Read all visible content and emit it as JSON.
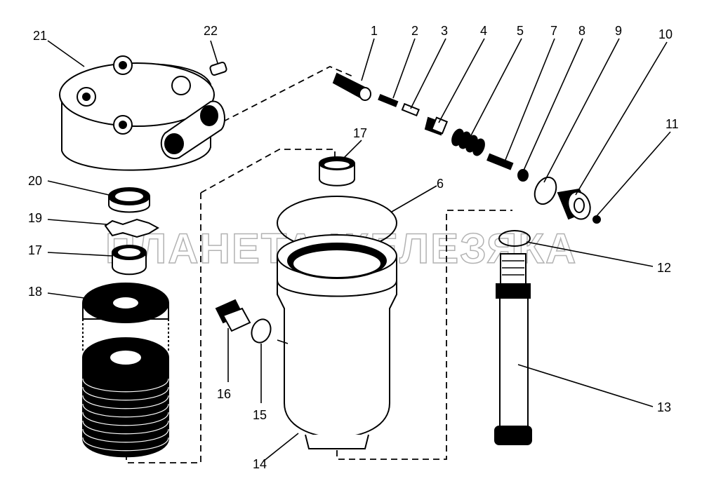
{
  "watermark": "ПЛАНЕТА ЖЕЛЕЗЯКА",
  "callouts": {
    "c1": "1",
    "c2": "2",
    "c3": "3",
    "c4": "4",
    "c5": "5",
    "c6": "6",
    "c7": "7",
    "c8": "8",
    "c9": "9",
    "c10": "10",
    "c11": "11",
    "c12": "12",
    "c13": "13",
    "c14": "14",
    "c15": "15",
    "c16": "16",
    "c17a": "17",
    "c17b": "17",
    "c18": "18",
    "c19": "19",
    "c20": "20",
    "c21": "21",
    "c22": "22"
  },
  "colors": {
    "ink": "#000000",
    "paper": "#ffffff",
    "watermark": "#999999"
  }
}
